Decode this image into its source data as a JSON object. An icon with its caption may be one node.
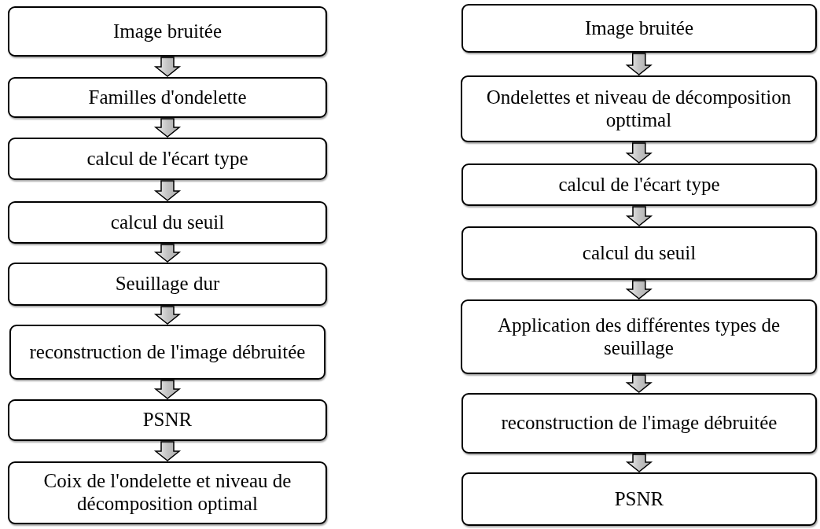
{
  "diagram": {
    "nodes": [
      {
        "text": [
          "Image bruitée"
        ]
      },
      {
        "text": [
          "Familles d'ondelette"
        ]
      },
      {
        "text": [
          "calcul de l'écart type"
        ]
      },
      {
        "text": [
          "calcul du seuil"
        ]
      },
      {
        "text": [
          "Seuillage dur"
        ]
      },
      {
        "text": [
          "reconstruction de l'image débruitée"
        ]
      },
      {
        "text": [
          "PSNR"
        ]
      },
      {
        "text": [
          "Coix de l'ondelette et niveau de décomposition optimal"
        ]
      },
      {
        "text": [
          "Image bruitée"
        ]
      },
      {
        "text": [
          "Ondelettes et niveau de décomposition opttimal"
        ]
      },
      {
        "text": [
          "calcul de l'écart type"
        ]
      },
      {
        "text": [
          "calcul du seuil"
        ]
      },
      {
        "text": [
          "Application des différentes types de seuillage"
        ]
      },
      {
        "text": [
          "reconstruction de l'image débruitée"
        ]
      },
      {
        "text": [
          "PSNR"
        ]
      }
    ],
    "edges": [
      {
        "from": 0,
        "to": 1,
        "arrow": "to"
      },
      {
        "from": 1,
        "to": 2,
        "arrow": "to"
      },
      {
        "from": 2,
        "to": 3,
        "arrow": "to"
      },
      {
        "from": 3,
        "to": 4,
        "arrow": "to"
      },
      {
        "from": 4,
        "to": 5,
        "arrow": "to"
      },
      {
        "from": 5,
        "to": 6,
        "arrow": "to"
      },
      {
        "from": 6,
        "to": 7,
        "arrow": "to"
      },
      {
        "from": 8,
        "to": 9,
        "arrow": "to"
      },
      {
        "from": 9,
        "to": 10,
        "arrow": "to"
      },
      {
        "from": 10,
        "to": 11,
        "arrow": "to"
      },
      {
        "from": 11,
        "to": 12,
        "arrow": "to"
      },
      {
        "from": 12,
        "to": 13,
        "arrow": "to"
      },
      {
        "from": 13,
        "to": 14,
        "arrow": "to"
      }
    ]
  }
}
